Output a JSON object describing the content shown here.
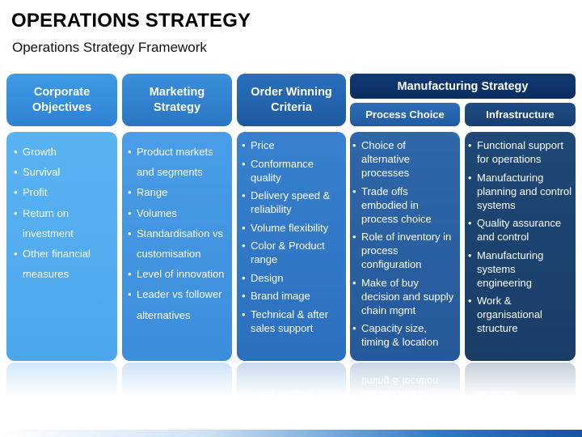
{
  "title": "OPERATIONS STRATEGY",
  "subtitle": "Operations Strategy Framework",
  "headers": {
    "corporate": "Corporate Objectives",
    "marketing": "Marketing Strategy",
    "order": "Order Winning Criteria",
    "manufacturing": "Manufacturing Strategy",
    "process": "Process Choice",
    "infrastructure": "Infrastructure"
  },
  "columns": {
    "corporate": [
      "Growth",
      "Survival",
      "Profit",
      "Return on investment",
      "Other financial measures"
    ],
    "marketing": [
      "Product markets and segments",
      "Range",
      "Volumes",
      "Standardisation vs customisation",
      "Level of innovation",
      "Leader vs follower alternatives"
    ],
    "order": [
      "Price",
      "Conformance quality",
      "Delivery speed & reliability",
      "Volume flexibility",
      "Color & Product range",
      "Design",
      "Brand image",
      "Technical & after sales support"
    ],
    "process": [
      "Choice of alternative processes",
      "Trade offs embodied in process choice",
      "Role of inventory in process configuration",
      "Make of buy decision and supply chain mgmt",
      "Capacity size, timing & location"
    ],
    "infrastructure": [
      "Functional support for operations",
      "Manufacturing planning and control systems",
      "Quality assurance and control",
      "Manufacturing systems engineering",
      "Work & organisational structure"
    ]
  }
}
